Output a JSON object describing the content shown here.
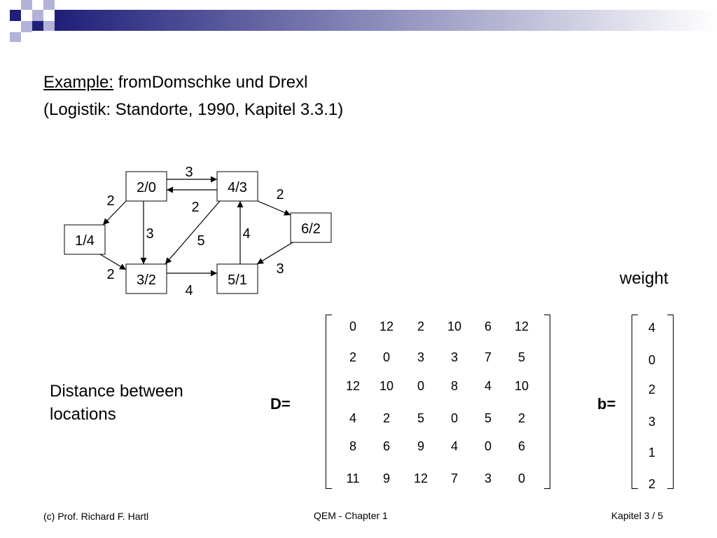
{
  "title": {
    "example_label": "Example:",
    "line1_rest": " fromDomschke und Drexl",
    "line2": "(Logistik: Standorte, 1990, Kapitel 3.3.1)"
  },
  "graph": {
    "nodes": [
      {
        "id": "n1",
        "label": "1/4"
      },
      {
        "id": "n2",
        "label": "2/0"
      },
      {
        "id": "n3",
        "label": "3/2"
      },
      {
        "id": "n4",
        "label": "4/3"
      },
      {
        "id": "n5",
        "label": "5/1"
      },
      {
        "id": "n6",
        "label": "6/2"
      }
    ],
    "edges": [
      {
        "from": "n2",
        "to": "n4",
        "weight": "3"
      },
      {
        "from": "n4",
        "to": "n2",
        "weight": "2"
      },
      {
        "from": "n2",
        "to": "n1",
        "weight": "2"
      },
      {
        "from": "n2",
        "to": "n3",
        "weight": "3"
      },
      {
        "from": "n4",
        "to": "n3",
        "weight": "5"
      },
      {
        "from": "n4",
        "to": "n6",
        "weight": "2"
      },
      {
        "from": "n5",
        "to": "n4",
        "weight": "4"
      },
      {
        "from": "n6",
        "to": "n5",
        "weight": "3"
      },
      {
        "from": "n1",
        "to": "n3",
        "weight": "2"
      },
      {
        "from": "n3",
        "to": "n5",
        "weight": "4"
      }
    ]
  },
  "labels": {
    "weight": "weight",
    "distance_line1": "Distance between",
    "distance_line2": "locations",
    "d_eq": "D=",
    "b_eq": "b="
  },
  "matrix_d": [
    [
      "0",
      "12",
      "2",
      "10",
      "6",
      "12"
    ],
    [
      "2",
      "0",
      "3",
      "3",
      "7",
      "5"
    ],
    [
      "12",
      "10",
      "0",
      "8",
      "4",
      "10"
    ],
    [
      "4",
      "2",
      "5",
      "0",
      "5",
      "2"
    ],
    [
      "8",
      "6",
      "9",
      "4",
      "0",
      "6"
    ],
    [
      "11",
      "9",
      "12",
      "7",
      "3",
      "0"
    ]
  ],
  "vector_b": [
    "4",
    "0",
    "2",
    "3",
    "1",
    "2"
  ],
  "footer": {
    "left": "(c) Prof. Richard F. Hartl",
    "center": "QEM - Chapter 1",
    "right": "Kapitel 3 / 5"
  },
  "colors": {
    "deco_dark": "#1f1f7a",
    "deco_light": "#b3b3d9"
  }
}
